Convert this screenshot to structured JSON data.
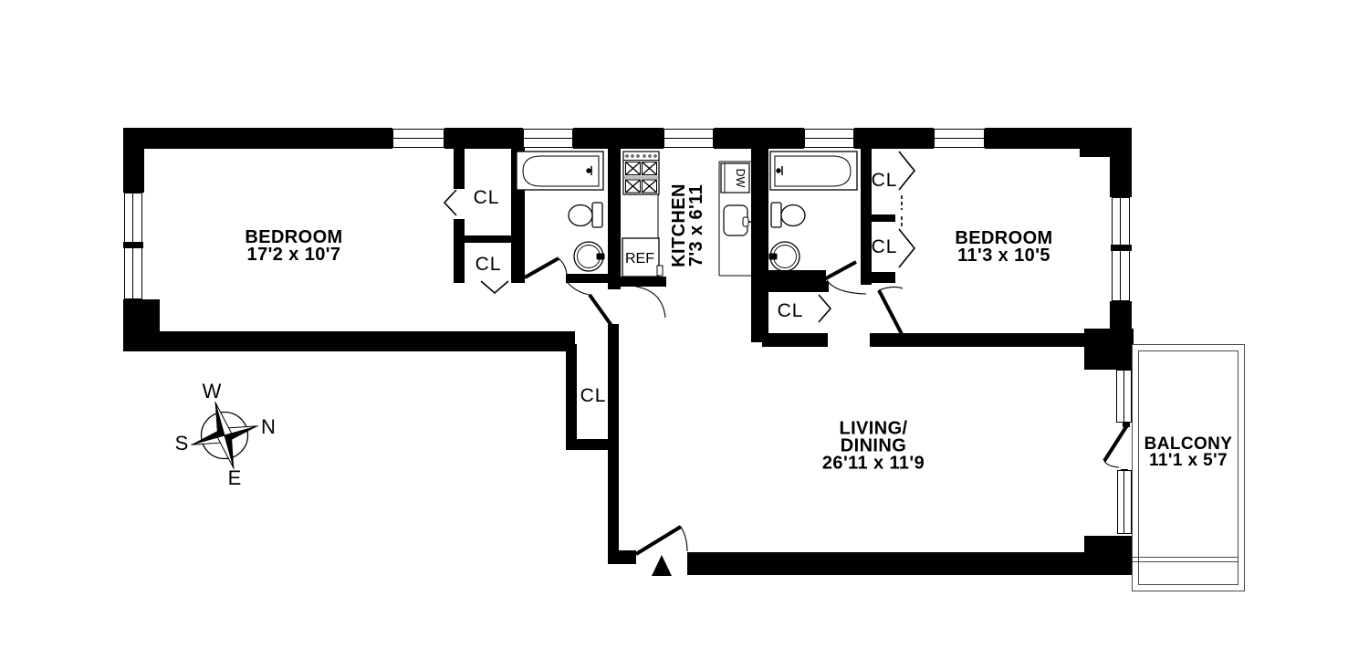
{
  "colors": {
    "walls": "#000000",
    "background": "#ffffff",
    "balcony_outline": "#4a4a4a"
  },
  "rooms": {
    "bedroom_left": {
      "name": "BEDROOM",
      "dimensions": "17'2 x 10'7"
    },
    "bedroom_right": {
      "name": "BEDROOM",
      "dimensions": "11'3 x 10'5"
    },
    "living_dining": {
      "name_line1": "LIVING/",
      "name_line2": "DINING",
      "dimensions": "26'11 x 11'9"
    },
    "kitchen": {
      "name": "KITCHEN",
      "dimensions": "7'3 x 6'11"
    },
    "balcony": {
      "name": "BALCONY",
      "dimensions": "11'1 x 5'7"
    }
  },
  "closets": {
    "bedroom_left_upper": "CL",
    "bedroom_left_lower": "CL",
    "entry": "CL",
    "hall": "CL",
    "bedroom_right_upper": "CL",
    "bedroom_right_lower": "CL"
  },
  "appliances": {
    "refrigerator": "REF",
    "dishwasher": "DW"
  },
  "compass": {
    "west": "W",
    "north": "N",
    "south": "S",
    "east": "E"
  }
}
